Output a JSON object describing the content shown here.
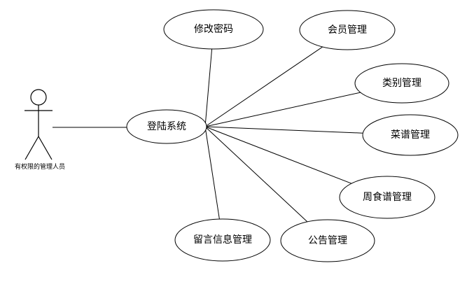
{
  "diagram": {
    "actor": {
      "label": "有权限的管理人员"
    },
    "center": {
      "id": "login",
      "label": "登陆系统"
    },
    "use_cases": [
      {
        "id": "change-password",
        "label": "修改密码"
      },
      {
        "id": "member-management",
        "label": "会员管理"
      },
      {
        "id": "category-management",
        "label": "类别管理"
      },
      {
        "id": "recipe-management",
        "label": "菜谱管理"
      },
      {
        "id": "weekly-recipe-management",
        "label": "周食谱管理"
      },
      {
        "id": "announcement-management",
        "label": "公告管理"
      },
      {
        "id": "message-management",
        "label": "留言信息管理"
      }
    ],
    "edges": [
      {
        "from": "actor",
        "to": "login"
      },
      {
        "from": "login",
        "to": "change-password"
      },
      {
        "from": "login",
        "to": "member-management"
      },
      {
        "from": "login",
        "to": "category-management"
      },
      {
        "from": "login",
        "to": "recipe-management"
      },
      {
        "from": "login",
        "to": "weekly-recipe-management"
      },
      {
        "from": "login",
        "to": "announcement-management"
      },
      {
        "from": "login",
        "to": "message-management"
      }
    ]
  }
}
